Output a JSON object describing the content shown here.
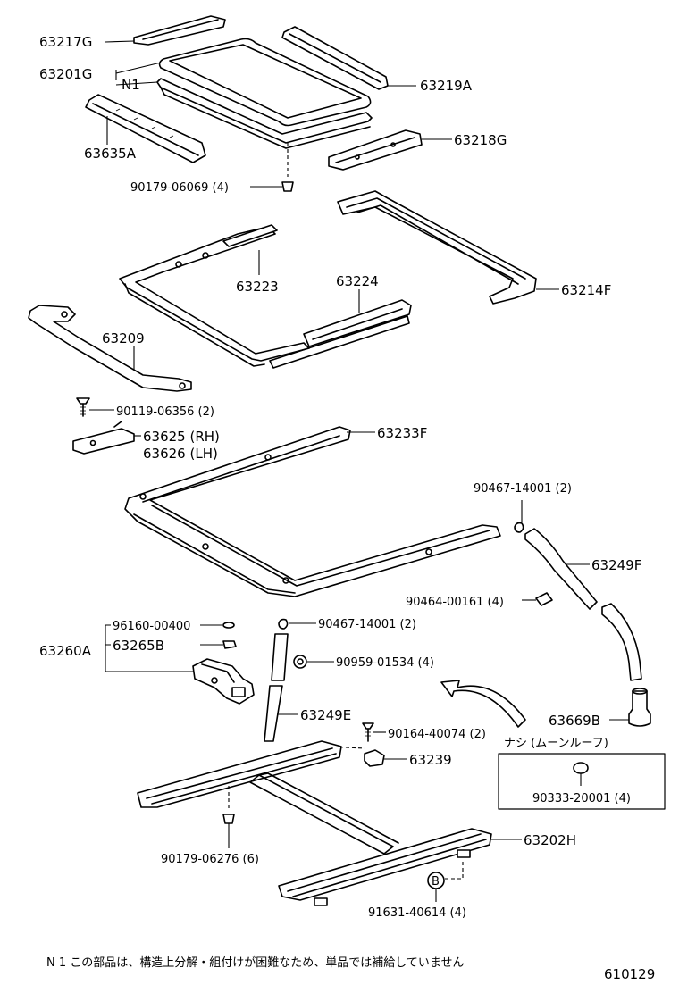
{
  "parts": {
    "p63217G": "63217G",
    "p63201G": "63201G",
    "pN1": "N1",
    "p63219A": "63219A",
    "p63635A": "63635A",
    "p63218G": "63218G",
    "p90179_06069": "90179-06069 (4)",
    "p63223": "63223",
    "p63224": "63224",
    "p63214F": "63214F",
    "p63209": "63209",
    "p90119_06356": "90119-06356 (2)",
    "p63625": "63625 (RH)",
    "p63626": "63626 (LH)",
    "p63233F": "63233F",
    "p90467_14001_a": "90467-14001 (2)",
    "p63249F": "63249F",
    "p90464_00161": "90464-00161 (4)",
    "p96160_00400": "96160-00400",
    "p63260A": "63260A",
    "p63265B": "63265B",
    "p90467_14001_b": "90467-14001 (2)",
    "p90959_01534": "90959-01534 (4)",
    "p63249E": "63249E",
    "p63669B": "63669B",
    "p90164_40074": "90164-40074 (2)",
    "nashi": "ナシ (ムーンルーフ)",
    "p63239": "63239",
    "p90333_20001": "90333-20001 (4)",
    "p90179_06276": "90179-06276 (6)",
    "p63202H": "63202H",
    "markerB": "B",
    "p91631_40614": "91631-40614 (4)"
  },
  "footnote": "N 1 この部品は、構造上分解・組付けが困難なため、単品では補給していません",
  "diagram_id": "610129"
}
